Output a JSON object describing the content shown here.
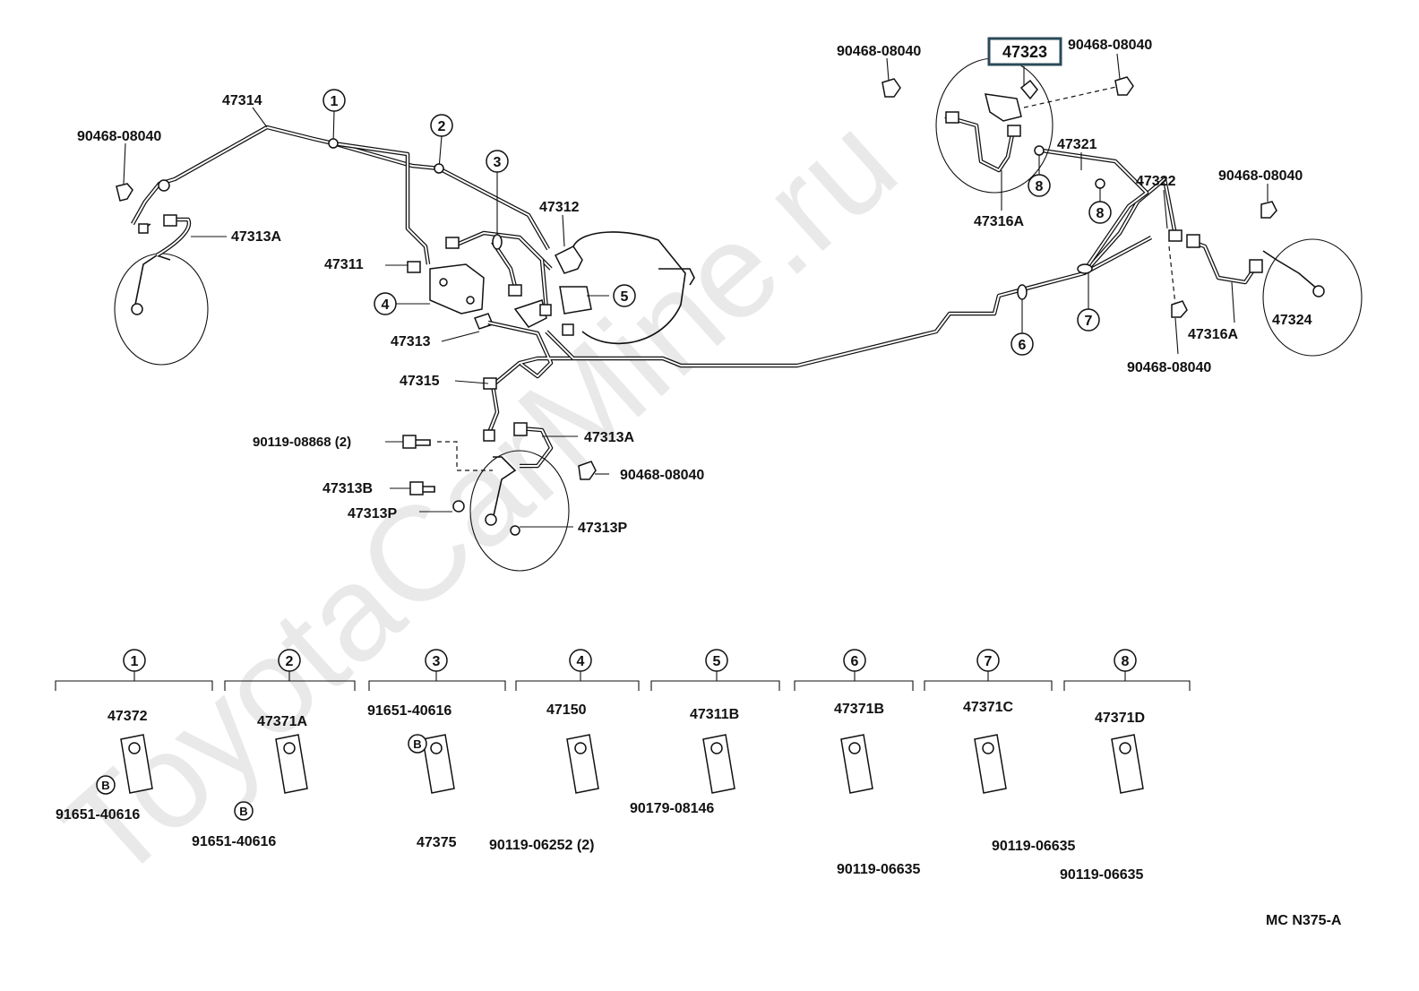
{
  "watermark": "ToyotaCarMine.ru",
  "highlighted_part": "47323",
  "diagram_code": "MC N375-A",
  "callout_circle_b": "B",
  "labels": {
    "p47314": "47314",
    "p90468_a": "90468-08040",
    "p47313A_a": "47313A",
    "p47311": "47311",
    "p47313": "47313",
    "p47315": "47315",
    "p47312": "47312",
    "p90119_08868": "90119-08868 (2)",
    "p47313A_b": "47313A",
    "p90468_b": "90468-08040",
    "p47313B": "47313B",
    "p47313P_a": "47313P",
    "p47313P_b": "47313P",
    "p90468_c": "90468-08040",
    "p90468_d": "90468-08040",
    "p47321": "47321",
    "p47316A_a": "47316A",
    "p47322": "47322",
    "p90468_e": "90468-08040",
    "p47324": "47324",
    "p47316A_b": "47316A",
    "p90468_f": "90468-08040"
  },
  "callouts": {
    "c1": "1",
    "c2": "2",
    "c3": "3",
    "c4": "4",
    "c5": "5",
    "c6": "6",
    "c7": "7",
    "c8a": "8",
    "c8b": "8"
  },
  "groups": [
    {
      "num": "1",
      "parts": [
        "47372",
        "91651-40616"
      ]
    },
    {
      "num": "2",
      "parts": [
        "47371A",
        "91651-40616"
      ]
    },
    {
      "num": "3",
      "parts": [
        "91651-40616",
        "47375"
      ]
    },
    {
      "num": "4",
      "parts": [
        "47150",
        "90119-06252 (2)"
      ]
    },
    {
      "num": "5",
      "parts": [
        "47311B",
        "90179-08146"
      ]
    },
    {
      "num": "6",
      "parts": [
        "47371B",
        "90119-06635"
      ]
    },
    {
      "num": "7",
      "parts": [
        "47371C",
        "90119-06635"
      ]
    },
    {
      "num": "8",
      "parts": [
        "47371D",
        "90119-06635"
      ]
    }
  ]
}
